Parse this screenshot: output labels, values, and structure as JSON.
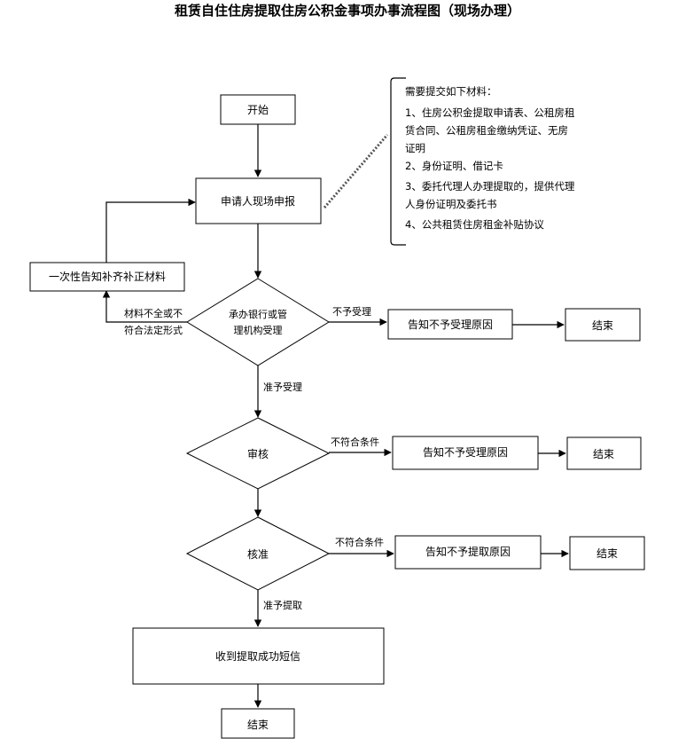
{
  "title": "租赁自住住房提取住房公积金事项办事流程图（现场办理）",
  "nodes": {
    "start": "开始",
    "apply": "申请人现场申报",
    "notify_supplement": "一次性告知补齐补正材料",
    "accept_line1": "承办银行或管",
    "accept_line2": "理机构受理",
    "notify_reject_accept": "告知不予受理原因",
    "end_1": "结束",
    "review": "审核",
    "notify_reject_review": "告知不予受理原因",
    "end_2": "结束",
    "approve": "核准",
    "notify_reject_withdraw": "告知不予提取原因",
    "end_3": "结束",
    "success_sms": "收到提取成功短信",
    "end_final": "结束"
  },
  "edge_labels": {
    "incomplete_line1": "材料不全或不",
    "incomplete_line2": "符合法定形式",
    "not_accepted": "不予受理",
    "accepted": "准予受理",
    "not_qualified_review": "不符合条件",
    "not_qualified_approve": "不符合条件",
    "approved_withdraw": "准予提取"
  },
  "note": {
    "lines": [
      "需要提交如下材料：",
      "1、住房公积金提取申请表、公租房租",
      "赁合同、公租房租金缴纳凭证、无房",
      "证明",
      "2、身份证明、借记卡",
      "3、委托代理人办理提取的，提供代理",
      "人身份证明及委托书",
      "4、公共租赁住房租金补贴协议"
    ]
  }
}
